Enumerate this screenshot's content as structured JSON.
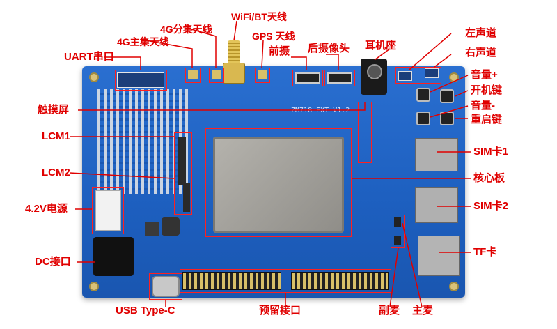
{
  "board": {
    "silkscreen": "ZM718-EXT_V1.2"
  },
  "labels": {
    "uart": "UART串口",
    "antenna_4g_main": "4G主集天线",
    "antenna_4g_div": "4G分集天线",
    "wifi_bt": "WiFi/BT天线",
    "gps": "GPS 天线",
    "front_cam": "前摄",
    "rear_cam": "后摄像头",
    "earphone": "耳机座",
    "left_ch": "左声道",
    "right_ch": "右声道",
    "vol_up": "音量+",
    "power_key": "开机键",
    "vol_down": "音量-",
    "reset_key": "重启键",
    "touch": "触摸屏",
    "lcm1": "LCM1",
    "lcm2": "LCM2",
    "power_42v": "4.2V电源",
    "dc_jack": "DC接口",
    "usb_c": "USB Type-C",
    "reserved": "预留接口",
    "sub_mic": "副麦",
    "main_mic": "主麦",
    "tf_card": "TF卡",
    "sim1": "SIM卡1",
    "sim2": "SIM卡2",
    "core_board": "核心板"
  },
  "colors": {
    "accent": "#e00000",
    "board": "#1f63c4",
    "box": "#ff2020"
  }
}
